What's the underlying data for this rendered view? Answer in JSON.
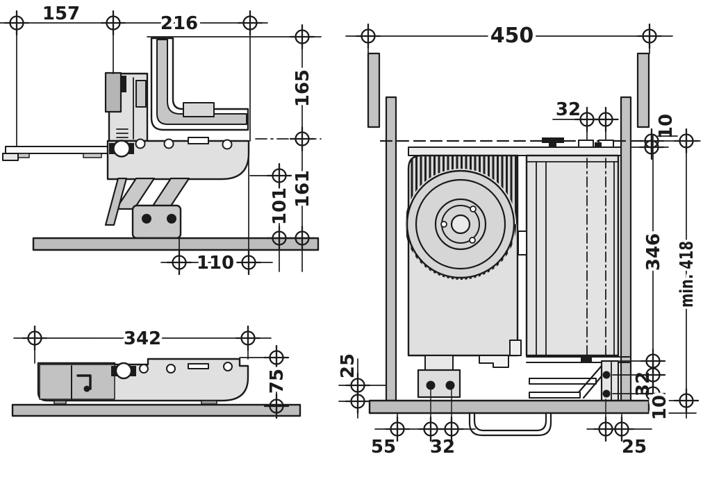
{
  "drawing": {
    "background": "#ffffff",
    "line_color": "#1b1b1b",
    "fill_light": "#e0e0e0",
    "fill_mid": "#c6c6c6",
    "fill_panel": "#c2c2c2",
    "fill_table": "#bdbdbd"
  },
  "views": {
    "side": {
      "dims": {
        "d157": "157",
        "d216": "216",
        "d165": "165",
        "d161": "161",
        "d101": "101",
        "d110": "110"
      }
    },
    "folded": {
      "dims": {
        "d342": "342",
        "d75": "75"
      }
    },
    "front": {
      "dims": {
        "d450": "450",
        "d32top": "32",
        "d10top": "10",
        "d346": "346",
        "d418": "min. 418",
        "d25left": "25",
        "d55": "55",
        "d32bottom": "32",
        "d25right": "25",
        "d32right": "32",
        "d10bottom": "10"
      }
    }
  }
}
